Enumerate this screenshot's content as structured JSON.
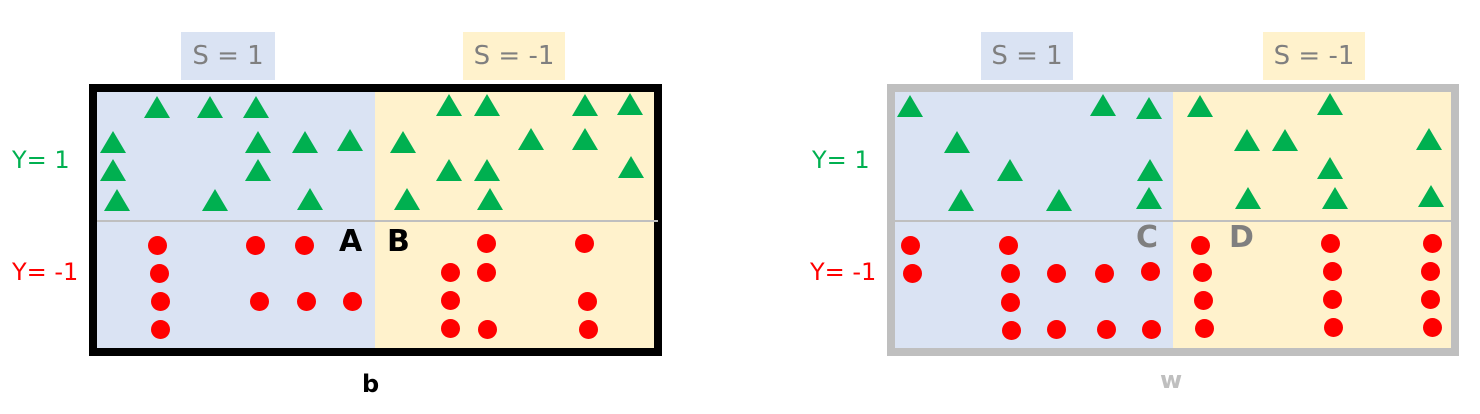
{
  "colors": {
    "s_pos_bg": "#dae3f3",
    "s_neg_bg": "#fff2cc",
    "triangle": "#00b050",
    "dot": "#ff0000",
    "y_pos_label": "#00b050",
    "y_neg_label": "#ff0000",
    "divider": "#bfbfbf"
  },
  "panels": [
    {
      "id": "b",
      "caption": "b",
      "caption_color": "#000000",
      "border_color": "#000000",
      "s_labels": [
        "S =  1",
        "S =  -1"
      ],
      "y_labels": [
        "Y=  1",
        "Y= -1"
      ],
      "point_labels": [
        {
          "text": "A",
          "color": "#000000"
        },
        {
          "text": "B",
          "color": "#000000"
        }
      ]
    },
    {
      "id": "w",
      "caption": "w",
      "caption_color": "#bfbfbf",
      "border_color": "#bfbfbf",
      "s_labels": [
        "S =  1",
        "S =  -1"
      ],
      "y_labels": [
        "Y=  1",
        "Y= -1"
      ],
      "point_labels": [
        {
          "text": "C",
          "color": "#7f7f7f"
        },
        {
          "text": "D",
          "color": "#7f7f7f"
        }
      ]
    }
  ]
}
